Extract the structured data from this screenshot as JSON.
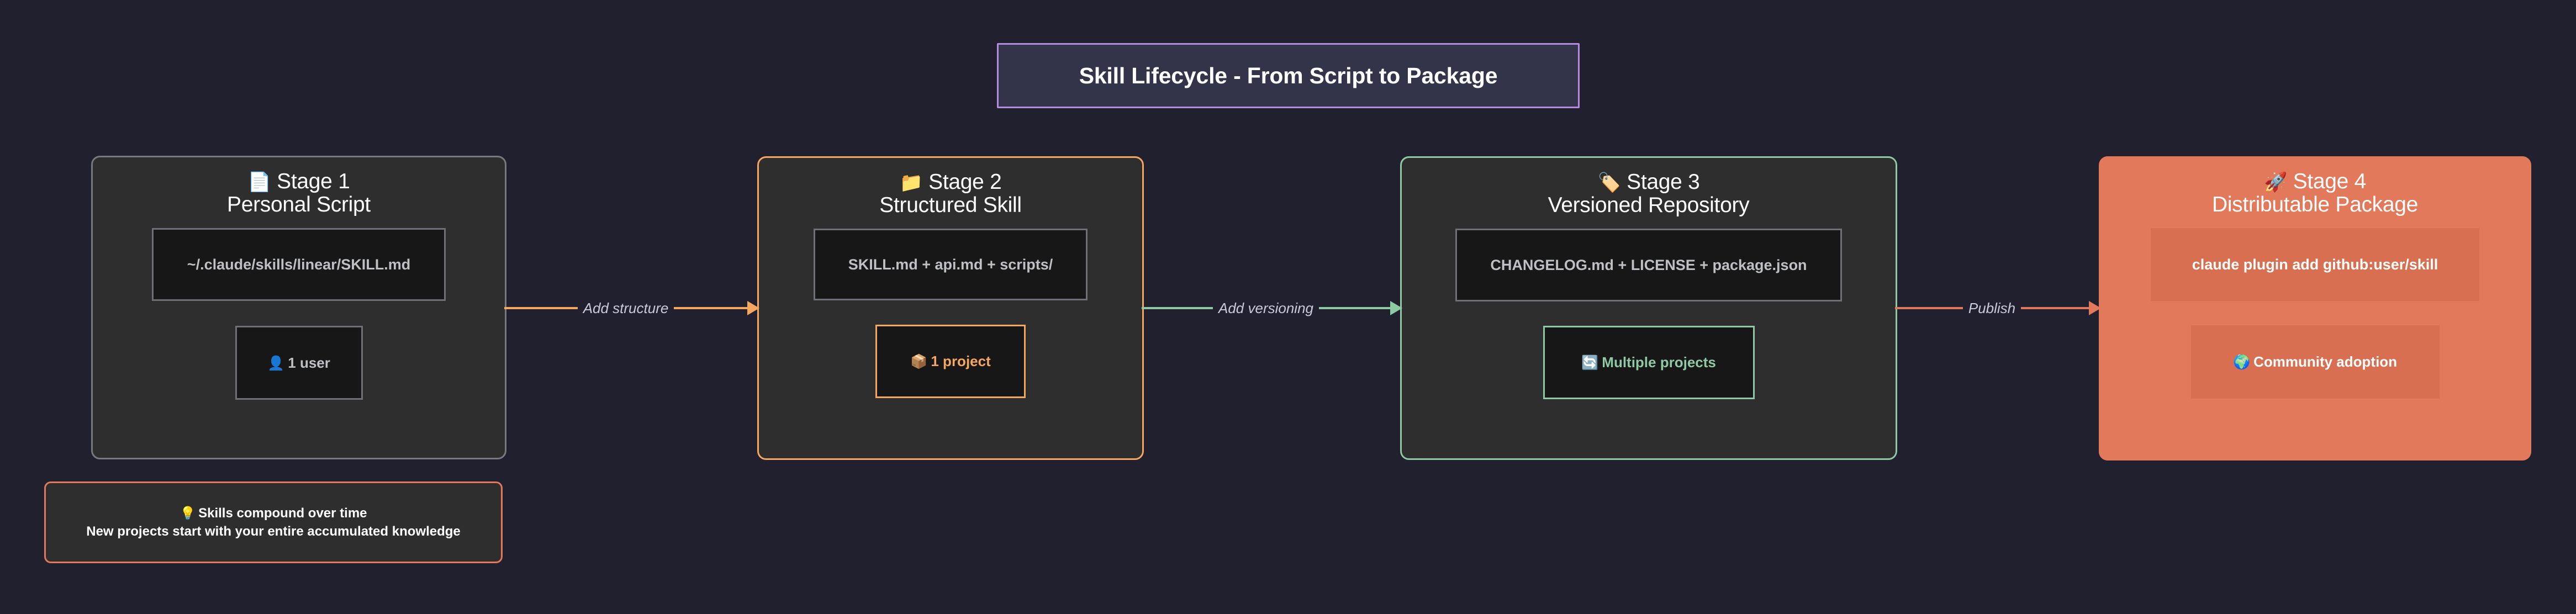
{
  "header": {
    "title": "Skill Lifecycle - From Script to Package",
    "border_color": "#b58ce0",
    "fill_color": "#33334a"
  },
  "canvas": {
    "background_color": "#21202e"
  },
  "stages": [
    {
      "id": "stage1",
      "icon": "page-facing-up-icon",
      "icon_glyph": "📄",
      "title_line1": "Stage 1",
      "title_line2": "Personal Script",
      "code": "~/.claude/skills/linear/SKILL.md",
      "badge_icon": "bust-in-silhouette-icon",
      "badge_icon_glyph": "👤",
      "badge_label": "1 user",
      "accent_color": "#78797e"
    },
    {
      "id": "stage2",
      "icon": "file-folder-icon",
      "icon_glyph": "📁",
      "title_line1": "Stage 2",
      "title_line2": "Structured Skill",
      "code": "SKILL.md + api.md + scripts/",
      "badge_icon": "package-icon",
      "badge_icon_glyph": "📦",
      "badge_label": "1 project",
      "accent_color": "#f5a65f"
    },
    {
      "id": "stage3",
      "icon": "label-tag-icon",
      "icon_glyph": "🏷️",
      "title_line1": "Stage 3",
      "title_line2": "Versioned Repository",
      "code": "CHANGELOG.md + LICENSE + package.json",
      "badge_icon": "counterclockwise-arrows-icon",
      "badge_icon_glyph": "🔄",
      "badge_label": "Multiple projects",
      "accent_color": "#8ec9a4"
    },
    {
      "id": "stage4",
      "icon": "rocket-icon",
      "icon_glyph": "🚀",
      "title_line1": "Stage 4",
      "title_line2": "Distributable Package",
      "code": "claude plugin add github:user/skill",
      "badge_icon": "globe-icon",
      "badge_icon_glyph": "🌍",
      "badge_label": "Community adoption",
      "accent_color": "#e2795a"
    }
  ],
  "connectors": [
    {
      "id": "conn1",
      "label": "Add structure",
      "color": "#f5a65f"
    },
    {
      "id": "conn2",
      "label": "Add versioning",
      "color": "#8ec9a4"
    },
    {
      "id": "conn3",
      "label": "Publish",
      "color": "#e2795a"
    }
  ],
  "note": {
    "icon": "light-bulb-icon",
    "icon_glyph": "💡",
    "line1": "Skills compound over time",
    "line2": "New projects start with your entire accumulated knowledge",
    "border_color": "#e2795a"
  }
}
